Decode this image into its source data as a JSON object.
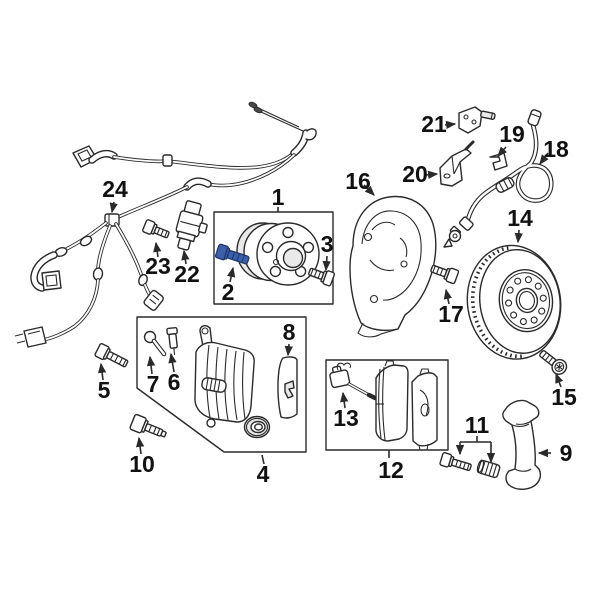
{
  "colors": {
    "background": "#ffffff",
    "line": "#2a2a2a",
    "label_text": "#111111",
    "highlight_fill": "#3b5fa9",
    "highlight_stroke": "#20376b",
    "part_shade": "#e9e9e9"
  },
  "highlighted_callout": "2",
  "callouts": [
    {
      "num": "1"
    },
    {
      "num": "2"
    },
    {
      "num": "3"
    },
    {
      "num": "4"
    },
    {
      "num": "5"
    },
    {
      "num": "6"
    },
    {
      "num": "7"
    },
    {
      "num": "8"
    },
    {
      "num": "9"
    },
    {
      "num": "10"
    },
    {
      "num": "11"
    },
    {
      "num": "12"
    },
    {
      "num": "13"
    },
    {
      "num": "14"
    },
    {
      "num": "15"
    },
    {
      "num": "16"
    },
    {
      "num": "17"
    },
    {
      "num": "18"
    },
    {
      "num": "19"
    },
    {
      "num": "20"
    },
    {
      "num": "21"
    },
    {
      "num": "22"
    },
    {
      "num": "23"
    },
    {
      "num": "24"
    }
  ]
}
